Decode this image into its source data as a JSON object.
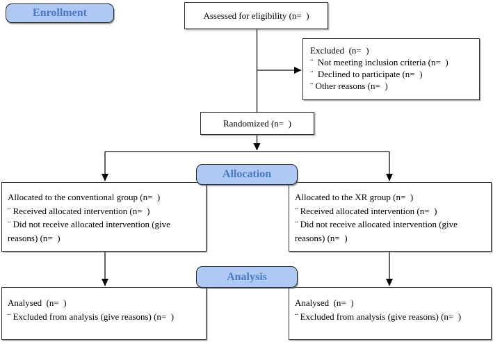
{
  "stages": {
    "enrollment": "Enrollment",
    "allocation": "Allocation",
    "analysis": "Analysis"
  },
  "boxes": {
    "assessed": {
      "text": "Assessed for eligibility (n=  )"
    },
    "excluded": {
      "title": "Excluded  (n=  )",
      "items": [
        "¨  Not meeting inclusion criteria (n=  )",
        "¨  Declined to participate (n=  )",
        "¨ Other reasons (n=  )"
      ]
    },
    "randomized": {
      "text": "Randomized (n=  )"
    },
    "allocation_left": {
      "title": "Allocated to the conventional group (n=  )",
      "items": [
        "¨ Received allocated intervention (n=  )",
        "¨ Did not receive allocated intervention (give reasons) (n=  )"
      ]
    },
    "allocation_right": {
      "title": "Allocated to the XR group (n=  )",
      "items": [
        "¨ Received allocated intervention (n=  )",
        "¨ Did not receive allocated intervention (give reasons) (n=  )"
      ]
    },
    "analysis_left": {
      "title": "Analysed  (n=  )",
      "items": [
        "¨ Excluded from analysis (give reasons) (n=  )"
      ]
    },
    "analysis_right": {
      "title": "Analysed  (n=  )",
      "items": [
        "¨ Excluded from analysis (give reasons) (n=  )"
      ]
    }
  },
  "colors": {
    "stage_fill": "#b0c8f4",
    "stage_text": "#4a7ac2",
    "box_border": "#303030",
    "connector_line": "#3f3f3f",
    "arrowhead": "#000000"
  }
}
